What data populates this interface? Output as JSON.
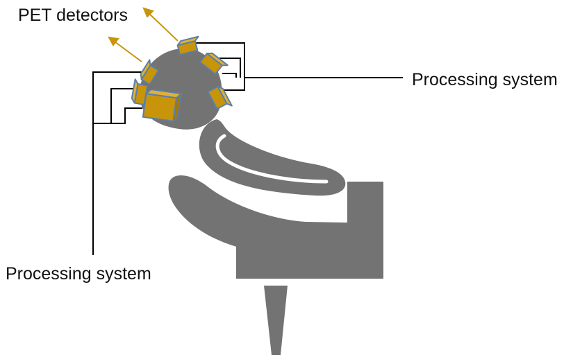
{
  "labels": {
    "pet_detectors": "PET detectors",
    "processing_system_right": "Processing system",
    "processing_system_bottom": "Processing system"
  },
  "colors": {
    "body_gray": "#737373",
    "detector_fill": "#c8940a",
    "detector_edge": "#5b7fa8",
    "arrow_color": "#c8940a",
    "wire_color": "#000000",
    "text_color": "#111111"
  }
}
